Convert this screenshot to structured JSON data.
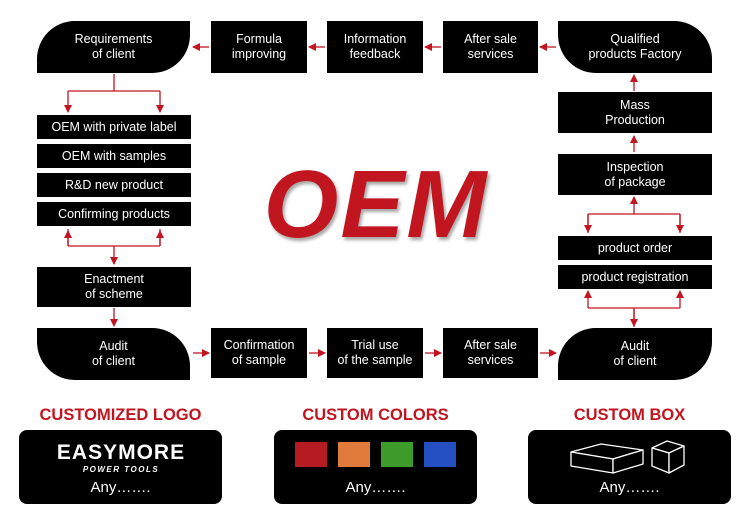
{
  "diagram": {
    "title": "OEM",
    "top_row": [
      "Requirements\nof client",
      "Formula\nimproving",
      "Information\nfeedback",
      "After sale\nservices",
      "Qualified\nproducts Factory"
    ],
    "left_column": [
      "OEM with private label",
      "OEM with samples",
      "R&D new product",
      "Confirming products",
      "Enactment\nof scheme"
    ],
    "bottom_row": [
      "Audit\nof client",
      "Confirmation\nof sample",
      "Trial use\nof the sample",
      "After sale\nservices",
      "Audit\nof client"
    ],
    "right_column": [
      "Mass\nProduction",
      "Inspection\nof package",
      "product order",
      "product registration"
    ]
  },
  "sections": [
    {
      "title": "CUSTOMIZED LOGO",
      "caption": "Any…….",
      "logo_text": "EASYMORE",
      "logo_subtext": "POWER TOOLS"
    },
    {
      "title": "CUSTOM COLORS",
      "caption": "Any…….",
      "swatches": [
        "#b51c22",
        "#e07b3c",
        "#3d9b2c",
        "#2450c4"
      ]
    },
    {
      "title": "CUSTOM BOX",
      "caption": "Any…….",
      "icons": [
        "flat-box-icon",
        "cube-box-icon"
      ]
    }
  ],
  "colors": {
    "accent": "#c1151f",
    "arrow": "#c1151f",
    "box": "#000000"
  }
}
